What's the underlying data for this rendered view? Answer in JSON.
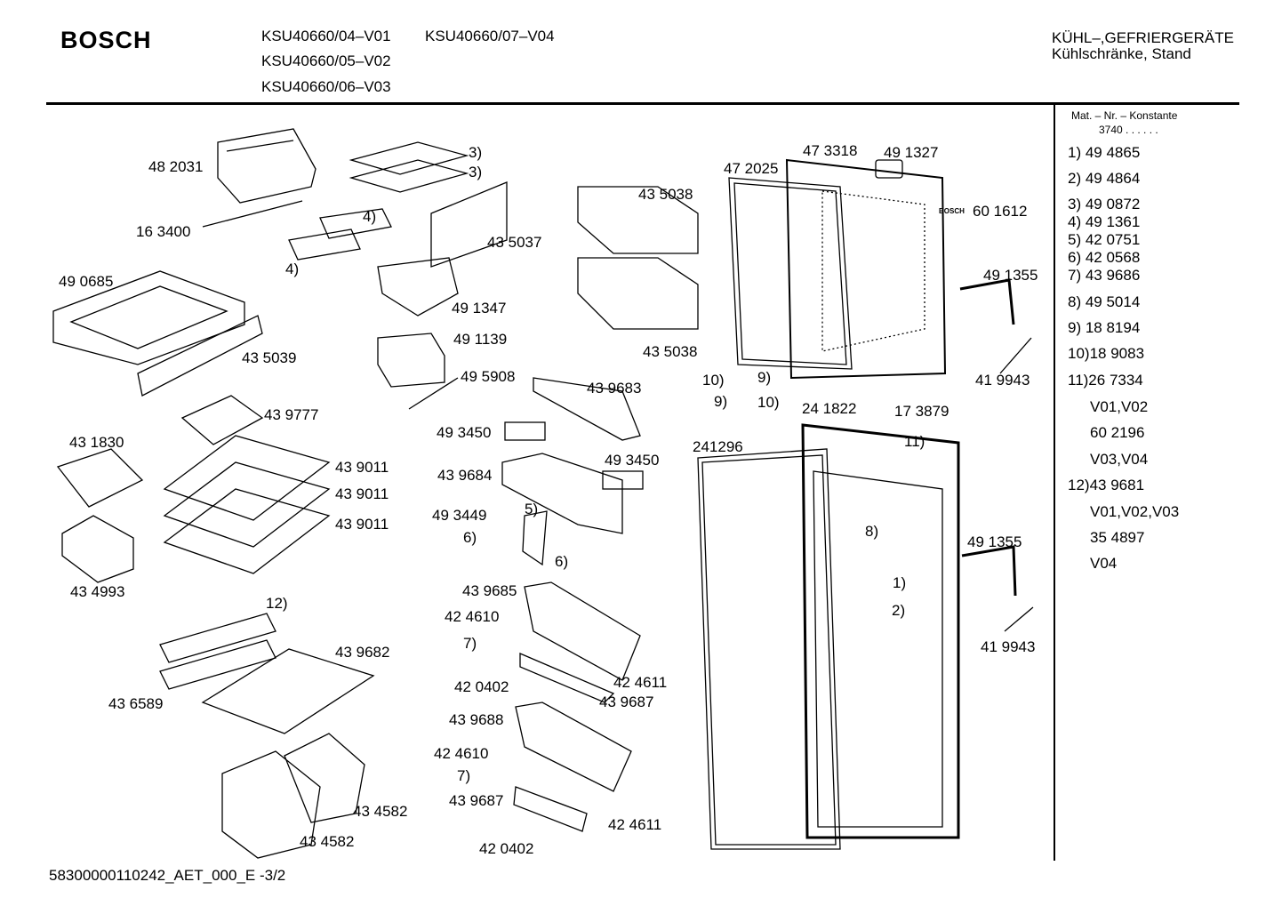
{
  "header": {
    "brand": "BOSCH",
    "models": [
      "KSU40660/04–V01",
      "KSU40660/07–V04",
      "KSU40660/05–V02",
      "KSU40660/06–V03"
    ],
    "category_line1": "KÜHL–,GEFRIERGERÄTE",
    "category_line2": "Kühlschränke, Stand"
  },
  "legend": {
    "title": "Mat. – Nr. – Konstante",
    "sub": "3740 .  .   .  .  .  .",
    "items": [
      "1) 49 4865",
      "2) 49 4864",
      "3) 49 0872",
      "4) 49 1361",
      "5) 42 0751",
      "6) 42 0568",
      "7) 43 9686",
      "8) 49 5014",
      "9) 18 8194",
      "10)18 9083",
      "11)26 7334",
      "V01,V02",
      "60 2196",
      "V03,V04",
      "12)43 9681",
      "V01,V02,V03",
      "35 4897",
      "V04"
    ]
  },
  "labels": [
    "48 2031",
    "3)",
    "3)",
    "16 3400",
    "4)",
    "4)",
    "43 5037",
    "43 5038",
    "47 2025",
    "47 3318",
    "49 1327",
    "60 1612",
    "49 0685",
    "49 1347",
    "49 1355",
    "43 5039",
    "43 5038",
    "49 1139",
    "49 5908",
    "41 9943",
    "43 9683",
    "10)",
    "9)",
    "9)",
    "10)",
    "24 1822",
    "17 3879",
    "11)",
    "43 9777",
    "49 3450",
    "43 1830",
    "241296",
    "43 9011",
    "43 9011",
    "43 9011",
    "43 9684",
    "49 3450",
    "49 3449",
    "5)",
    "6)",
    "6)",
    "8)",
    "49 1355",
    "43 4993",
    "1)",
    "43 9685",
    "12)",
    "2)",
    "42 4610",
    "7)",
    "41 9943",
    "43 9682",
    "42 0402",
    "42 4611",
    "43 9687",
    "43 6589",
    "43 9688",
    "42 4610",
    "7)",
    "43 9687",
    "43 4582",
    "42 4611",
    "43 4582",
    "42 0402"
  ],
  "door_logo": "BOSCH",
  "footer": "58300000110242_AET_000_E   -3/2"
}
